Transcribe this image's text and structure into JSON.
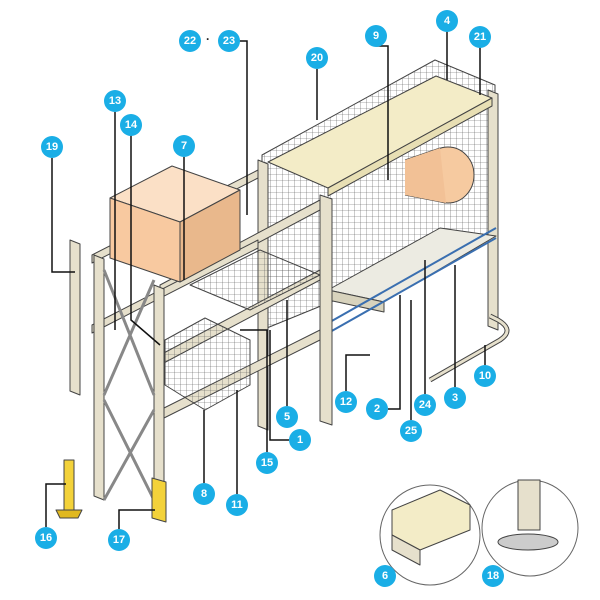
{
  "title": "Pallet racking component diagram",
  "accent_color": "#1aaee6",
  "callouts": {
    "c1": "1",
    "c2": "2",
    "c3": "3",
    "c4": "4",
    "c5": "5",
    "c6": "6",
    "c7": "7",
    "c8": "8",
    "c9": "9",
    "c10": "10",
    "c11": "11",
    "c12": "12",
    "c13": "13",
    "c14": "14",
    "c15": "15",
    "c16": "16",
    "c17": "17",
    "c18": "18",
    "c19": "19",
    "c20": "20",
    "c21": "21",
    "c22": "22",
    "c23": "23",
    "c24": "24",
    "c25": "25"
  },
  "separator": "·"
}
